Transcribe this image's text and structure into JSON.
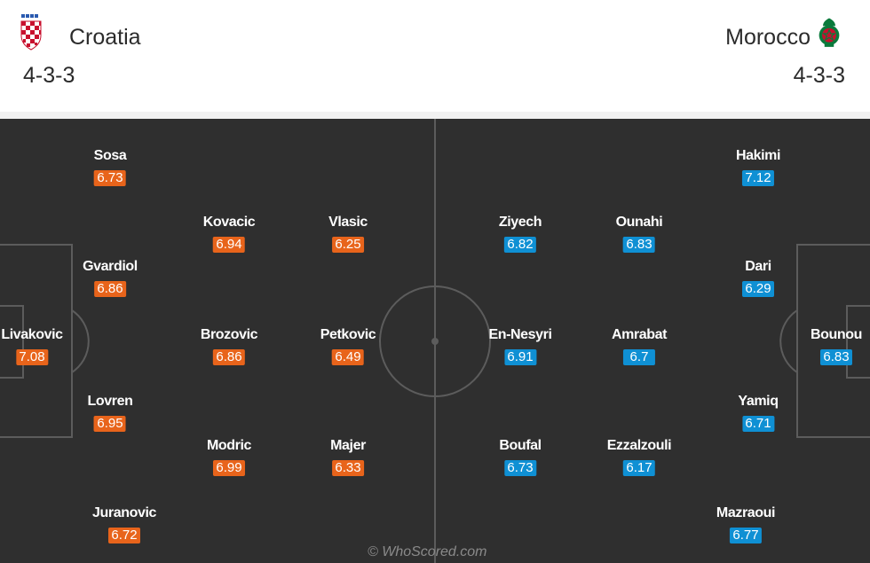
{
  "home": {
    "name": "Croatia",
    "formation": "4-3-3",
    "color": "#e8641b",
    "players": [
      {
        "name": "Sosa",
        "rating": "6.73"
      },
      {
        "name": "Kovacic",
        "rating": "6.94"
      },
      {
        "name": "Vlasic",
        "rating": "6.25"
      },
      {
        "name": "Gvardiol",
        "rating": "6.86"
      },
      {
        "name": "Livakovic",
        "rating": "7.08"
      },
      {
        "name": "Brozovic",
        "rating": "6.86"
      },
      {
        "name": "Petkovic",
        "rating": "6.49"
      },
      {
        "name": "Lovren",
        "rating": "6.95"
      },
      {
        "name": "Modric",
        "rating": "6.99"
      },
      {
        "name": "Majer",
        "rating": "6.33"
      },
      {
        "name": "Juranovic",
        "rating": "6.72"
      }
    ]
  },
  "away": {
    "name": "Morocco",
    "formation": "4-3-3",
    "color": "#0f90d4",
    "players": [
      {
        "name": "Hakimi",
        "rating": "7.12"
      },
      {
        "name": "Ziyech",
        "rating": "6.82"
      },
      {
        "name": "Ounahi",
        "rating": "6.83"
      },
      {
        "name": "Dari",
        "rating": "6.29"
      },
      {
        "name": "En-Nesyri",
        "rating": "6.91"
      },
      {
        "name": "Amrabat",
        "rating": "6.7"
      },
      {
        "name": "Bounou",
        "rating": "6.83"
      },
      {
        "name": "Yamiq",
        "rating": "6.71"
      },
      {
        "name": "Boufal",
        "rating": "6.73"
      },
      {
        "name": "Ezzalzouli",
        "rating": "6.17"
      },
      {
        "name": "Mazraoui",
        "rating": "6.77"
      }
    ]
  },
  "watermark": "© WhoScored.com"
}
